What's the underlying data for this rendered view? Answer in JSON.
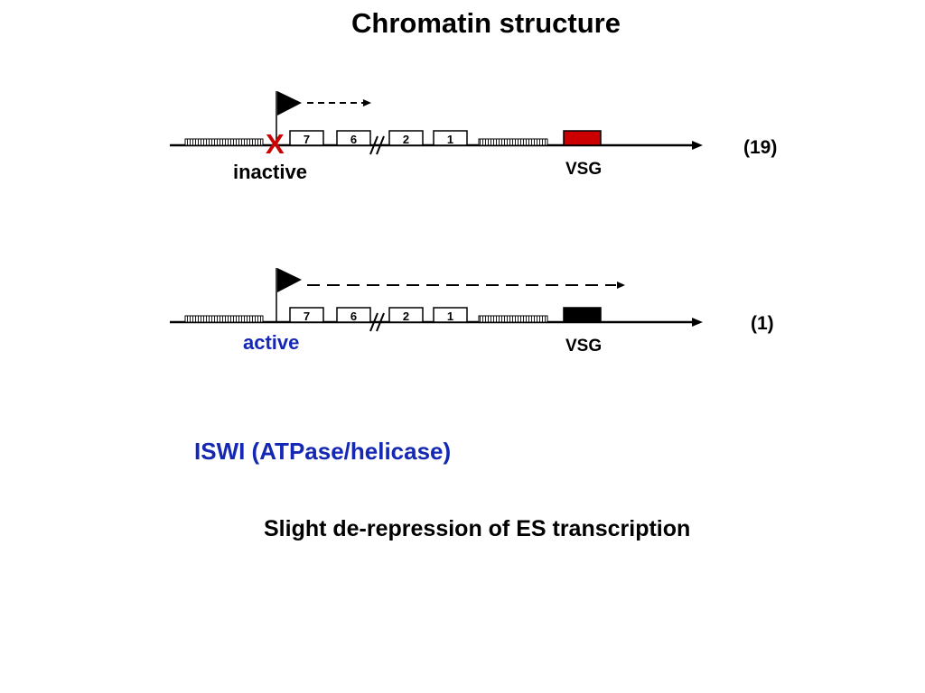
{
  "title": "Chromatin structure",
  "colors": {
    "inactive_vsg": "#cc0000",
    "active_vsg": "#000000",
    "x_mark": "#cc0000",
    "active_label": "#1428b4",
    "iswi_label": "#1428b4"
  },
  "rows": [
    {
      "state_label": "inactive",
      "mark_label": "X",
      "gene_labels": [
        "7",
        "6",
        "2",
        "1"
      ],
      "vsg_label": "VSG",
      "count_label": "(19)"
    },
    {
      "state_label": "active",
      "gene_labels": [
        "7",
        "6",
        "2",
        "1"
      ],
      "vsg_label": "VSG",
      "count_label": "(1)"
    }
  ],
  "iswi_label": "ISWI (ATPase/helicase)",
  "note": "Slight de-repression of ES transcription"
}
